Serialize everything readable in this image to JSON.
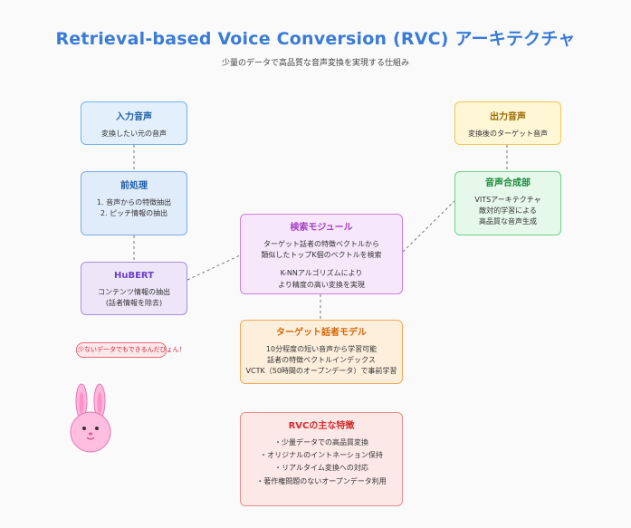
{
  "header": {
    "title": "Retrieval-based Voice Conversion (RVC) アーキテクチャ",
    "subtitle": "少量のデータで高品質な音声変換を実現する仕組み"
  },
  "input": {
    "title": "入力音声",
    "lines": [
      "変換したい元の音声"
    ]
  },
  "preprocess": {
    "title": "前処理",
    "lines": [
      "1. 音声からの特徴抽出",
      "2. ピッチ情報の抽出"
    ]
  },
  "hubert": {
    "title": "HuBERT",
    "lines": [
      "コンテンツ情報の抽出",
      "(話者情報を除去)"
    ]
  },
  "search": {
    "title": "検索モジュール",
    "lines": [
      "ターゲット話者の特徴ベクトルから",
      "類似したトップK個のベクトルを検索",
      "",
      "K-NNアルゴリズムにより",
      "より精度の高い変換を実現"
    ]
  },
  "output": {
    "title": "出力音声",
    "lines": [
      "変換後のターゲット音声"
    ]
  },
  "synth": {
    "title": "音声合成部",
    "lines": [
      "VITSアーキテクチャ",
      "敵対的学習による",
      "高品質な音声生成"
    ]
  },
  "target": {
    "title": "ターゲット話者モデル",
    "lines": [
      "10分程度の短い音声から学習可能",
      "話者の特徴ベクトルインデックス",
      "VCTK（50時間のオープンデータ）で事前学習"
    ]
  },
  "features": {
    "title": "RVCの主な特徴",
    "lines": [
      "・少量データでの高品質変換",
      "・オリジナルのイントネーション保持",
      "・リアルタイム変換への対応",
      "・著作権問題のないオープンデータ利用"
    ]
  },
  "mascot": {
    "speech": "少ないデータでもできるんだぴょん！"
  },
  "colors": {
    "title": "#3a7bd5",
    "connector": "#777777"
  }
}
